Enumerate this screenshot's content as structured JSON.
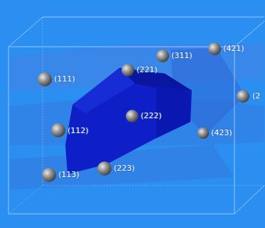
{
  "diagram": {
    "labels": [
      "(111)",
      "(221)",
      "(311)",
      "(421)",
      "(2",
      "(222)",
      "(112)",
      "(423)",
      "(113)",
      "(223)"
    ]
  }
}
